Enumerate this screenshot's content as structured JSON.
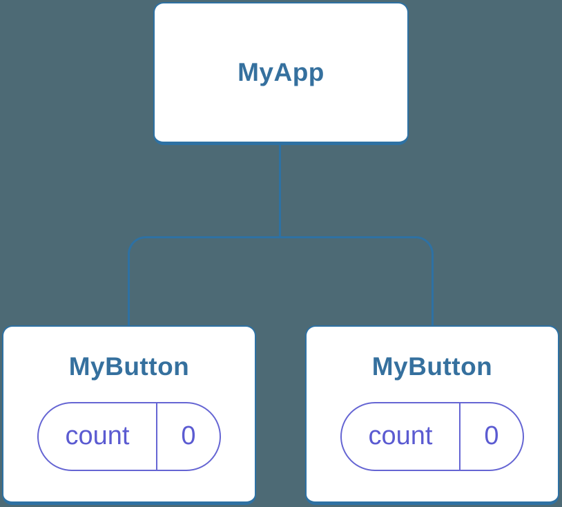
{
  "diagram": {
    "colors": {
      "background": "#4d6a75",
      "node_fill": "#ffffff",
      "node_border_blue": "#2e71a3",
      "node_text_blue": "#35709e",
      "state_purple_border": "#6565d3",
      "state_purple_text": "#5b5bd1"
    },
    "root": {
      "label": "MyApp"
    },
    "children": [
      {
        "label": "MyButton",
        "state": {
          "key": "count",
          "value": "0"
        }
      },
      {
        "label": "MyButton",
        "state": {
          "key": "count",
          "value": "0"
        }
      }
    ]
  }
}
